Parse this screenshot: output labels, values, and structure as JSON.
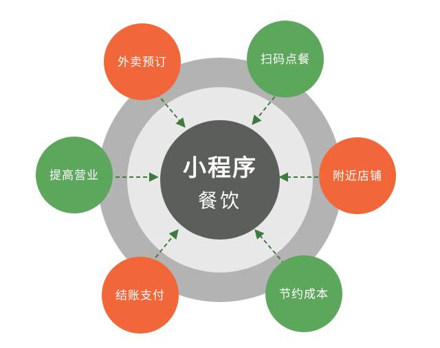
{
  "center": {
    "title": "小程序",
    "subtitle": "餐饮"
  },
  "colors": {
    "orange": "#f2673a",
    "green": "#5ca75c",
    "outer_ring": "#b3b3b3",
    "inner_ring": "#e8e8e8",
    "core": "#5a5f5a",
    "arrow": "#3e7a3e"
  },
  "nodes": [
    {
      "label": "外卖预订",
      "color": "orange"
    },
    {
      "label": "扫码点餐",
      "color": "green"
    },
    {
      "label": "提高营业",
      "color": "green"
    },
    {
      "label": "附近店铺",
      "color": "orange"
    },
    {
      "label": "结账支付",
      "color": "orange"
    },
    {
      "label": "节约成本",
      "color": "green"
    }
  ]
}
